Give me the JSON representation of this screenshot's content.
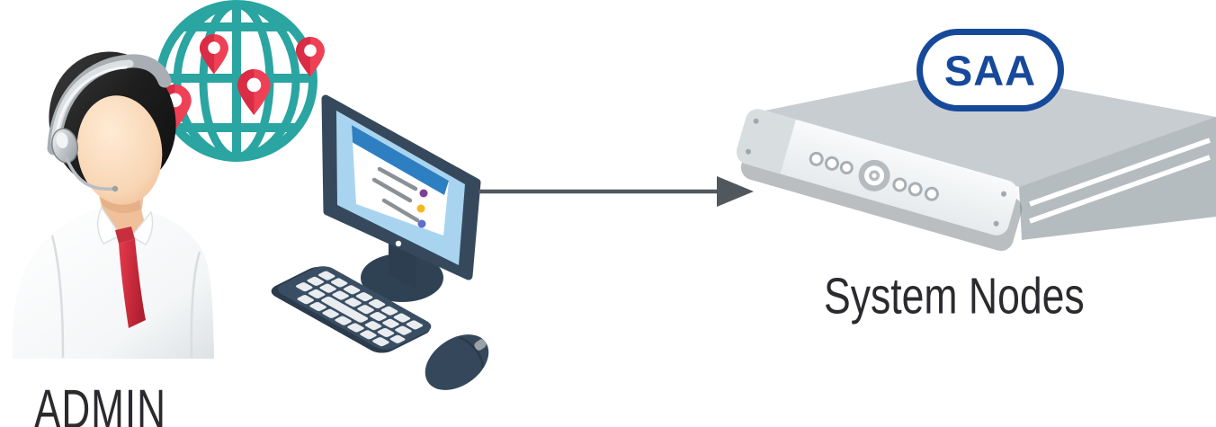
{
  "diagram": {
    "scene": "admin-managing-system-nodes",
    "labels": {
      "admin": "ADMIN",
      "system_nodes": "System Nodes",
      "badge": "SAA"
    },
    "connector": {
      "style": "arrow",
      "from": "admin-workstation",
      "to": "system-nodes-server",
      "direction": "left-to-right"
    },
    "icons": [
      "admin-avatar",
      "headset-icon",
      "globe-icon",
      "location-pin-icon",
      "monitor-icon",
      "keyboard-icon",
      "mouse-icon",
      "arrow-connector",
      "server-node-icon",
      "saa-badge"
    ],
    "colors": {
      "background": "#FFFFFF",
      "globe_teal": "#2AA5A1",
      "pin_red": "#EE4156",
      "pin_red_dark": "#DA2C45",
      "device_navy": "#36495C",
      "device_navy_dark": "#2C3E50",
      "screen_bezel_blue": "#A9D4F0",
      "window_header_blue": "#2E7FC2",
      "list_line_gray": "#8A9196",
      "dot_purple": "#7C3F97",
      "dot_yellow": "#F4B71E",
      "dot_periwinkle": "#5F6FC5",
      "arrow_gray": "#50575D",
      "server_top_gray": "#C7CDD1",
      "server_side_gray": "#B5BCC0",
      "server_panel_white": "#F2F4F5",
      "badge_blue": "#17499B",
      "label_dark": "#2B2A2E",
      "tie_red": "#D5303F",
      "shirt_white": "#FFFFFF",
      "skin_tone": "#F8D6B4",
      "hair_black": "#1E1E1E",
      "headset_silver": "#C9CDD1"
    }
  }
}
